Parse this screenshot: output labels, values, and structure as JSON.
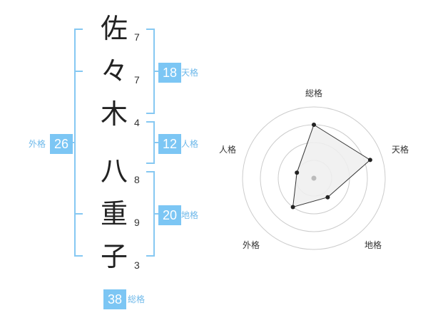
{
  "name_chars": [
    "佐",
    "々",
    "木",
    "八",
    "重",
    "子"
  ],
  "stroke_counts": [
    "7",
    "7",
    "4",
    "8",
    "9",
    "3"
  ],
  "fortunes": {
    "tenkaku": {
      "label": "天格",
      "value": "18"
    },
    "jinkaku": {
      "label": "人格",
      "value": "12"
    },
    "chikaku": {
      "label": "地格",
      "value": "20"
    },
    "gaikaku": {
      "label": "外格",
      "value": "26"
    },
    "soukaku": {
      "label": "総格",
      "value": "38"
    }
  },
  "radar": {
    "axis_labels": {
      "top": "総格",
      "right": "天格",
      "bottom_right": "地格",
      "bottom_left": "外格",
      "left": "人格"
    },
    "scores": {
      "soukaku": 0.75,
      "tenkaku": 0.83,
      "chikaku": 0.33,
      "gaikaku": 0.5,
      "jinkaku": 0.25
    },
    "colors": {
      "ring": "#cccccc",
      "fill": "#eeeeee",
      "line": "#333333",
      "dot": "#222222",
      "center": "#bbbbbb"
    }
  },
  "colors": {
    "accent": "#7cc6f4",
    "accent_text": "#6fb9ea"
  }
}
